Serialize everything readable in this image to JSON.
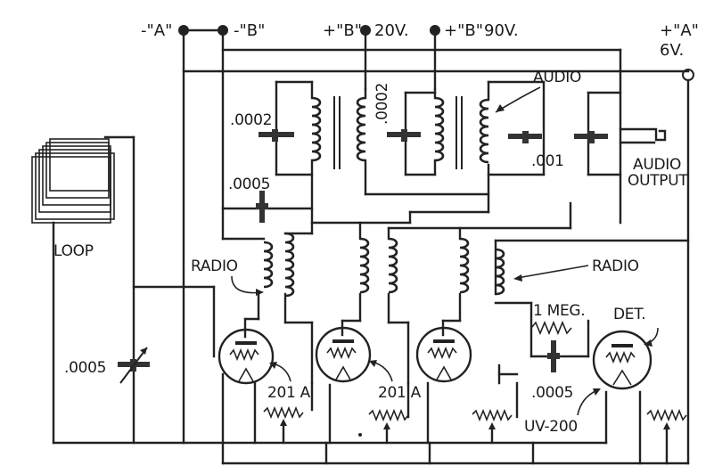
{
  "terminals": {
    "neg_a": "-\"A\"",
    "neg_b": "-\"B\"",
    "pos_b20": "+\"B\"",
    "pos_b20_volts": "20V.",
    "pos_b90": "+\"B\"",
    "pos_b90_volts": "90V.",
    "pos_a": "+\"A\"",
    "pos_a_volts": "6V."
  },
  "labels": {
    "audio_top": "AUDIO",
    "audio_output_1": "AUDIO",
    "audio_output_2": "OUTPUT",
    "loop": "LOOP",
    "radio_left": "RADIO",
    "radio_right": "RADIO",
    "one_meg": "1 MEG.",
    "det": "DET.",
    "tube1": "201 A",
    "tube2": "201 A",
    "tube_det": "UV-200"
  },
  "capacitors": {
    "c_0002_left": ".0002",
    "c_0002_mid": ".0002",
    "c_001": ".001",
    "c_0005_upper": ".0005",
    "c_0005_loop": ".0005",
    "c_0005_det": ".0005"
  }
}
